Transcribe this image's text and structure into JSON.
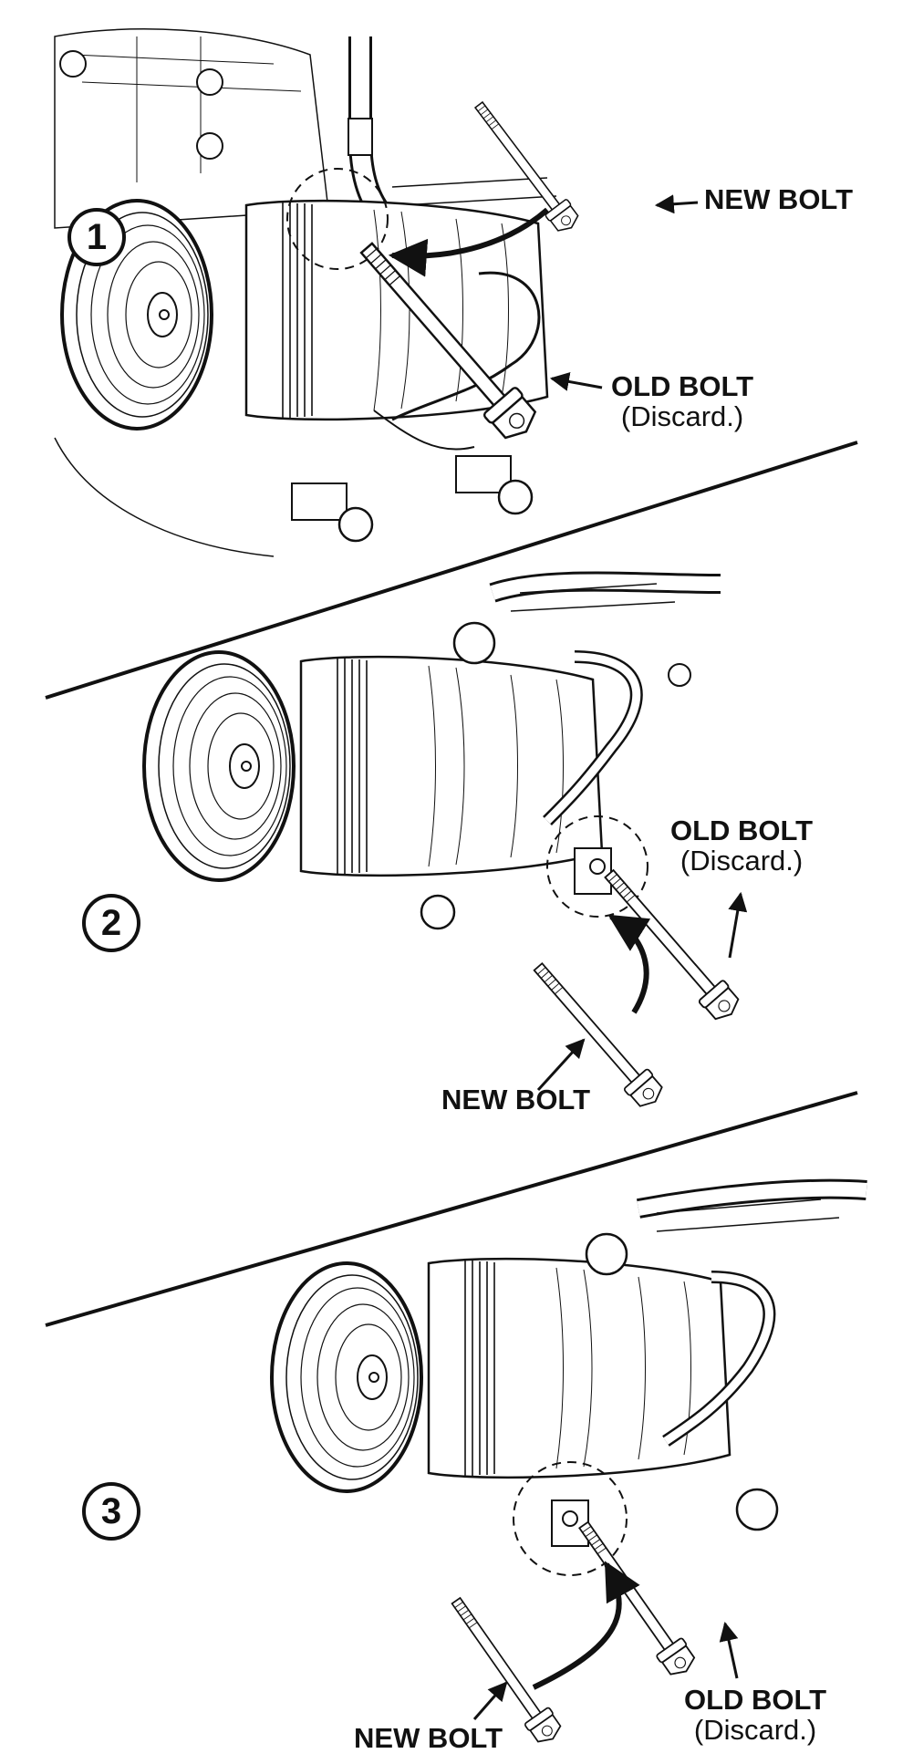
{
  "steps": [
    {
      "number": "1",
      "labels": {
        "new_bolt": "NEW BOLT",
        "old_bolt": "OLD BOLT",
        "old_bolt_note": "(Discard.)"
      }
    },
    {
      "number": "2",
      "labels": {
        "new_bolt": "NEW BOLT",
        "old_bolt": "OLD BOLT",
        "old_bolt_note": "(Discard.)"
      }
    },
    {
      "number": "3",
      "labels": {
        "new_bolt": "NEW BOLT",
        "old_bolt": "OLD BOLT",
        "old_bolt_note": "(Discard.)"
      }
    }
  ],
  "colors": {
    "ink": "#111111",
    "background": "#ffffff"
  }
}
